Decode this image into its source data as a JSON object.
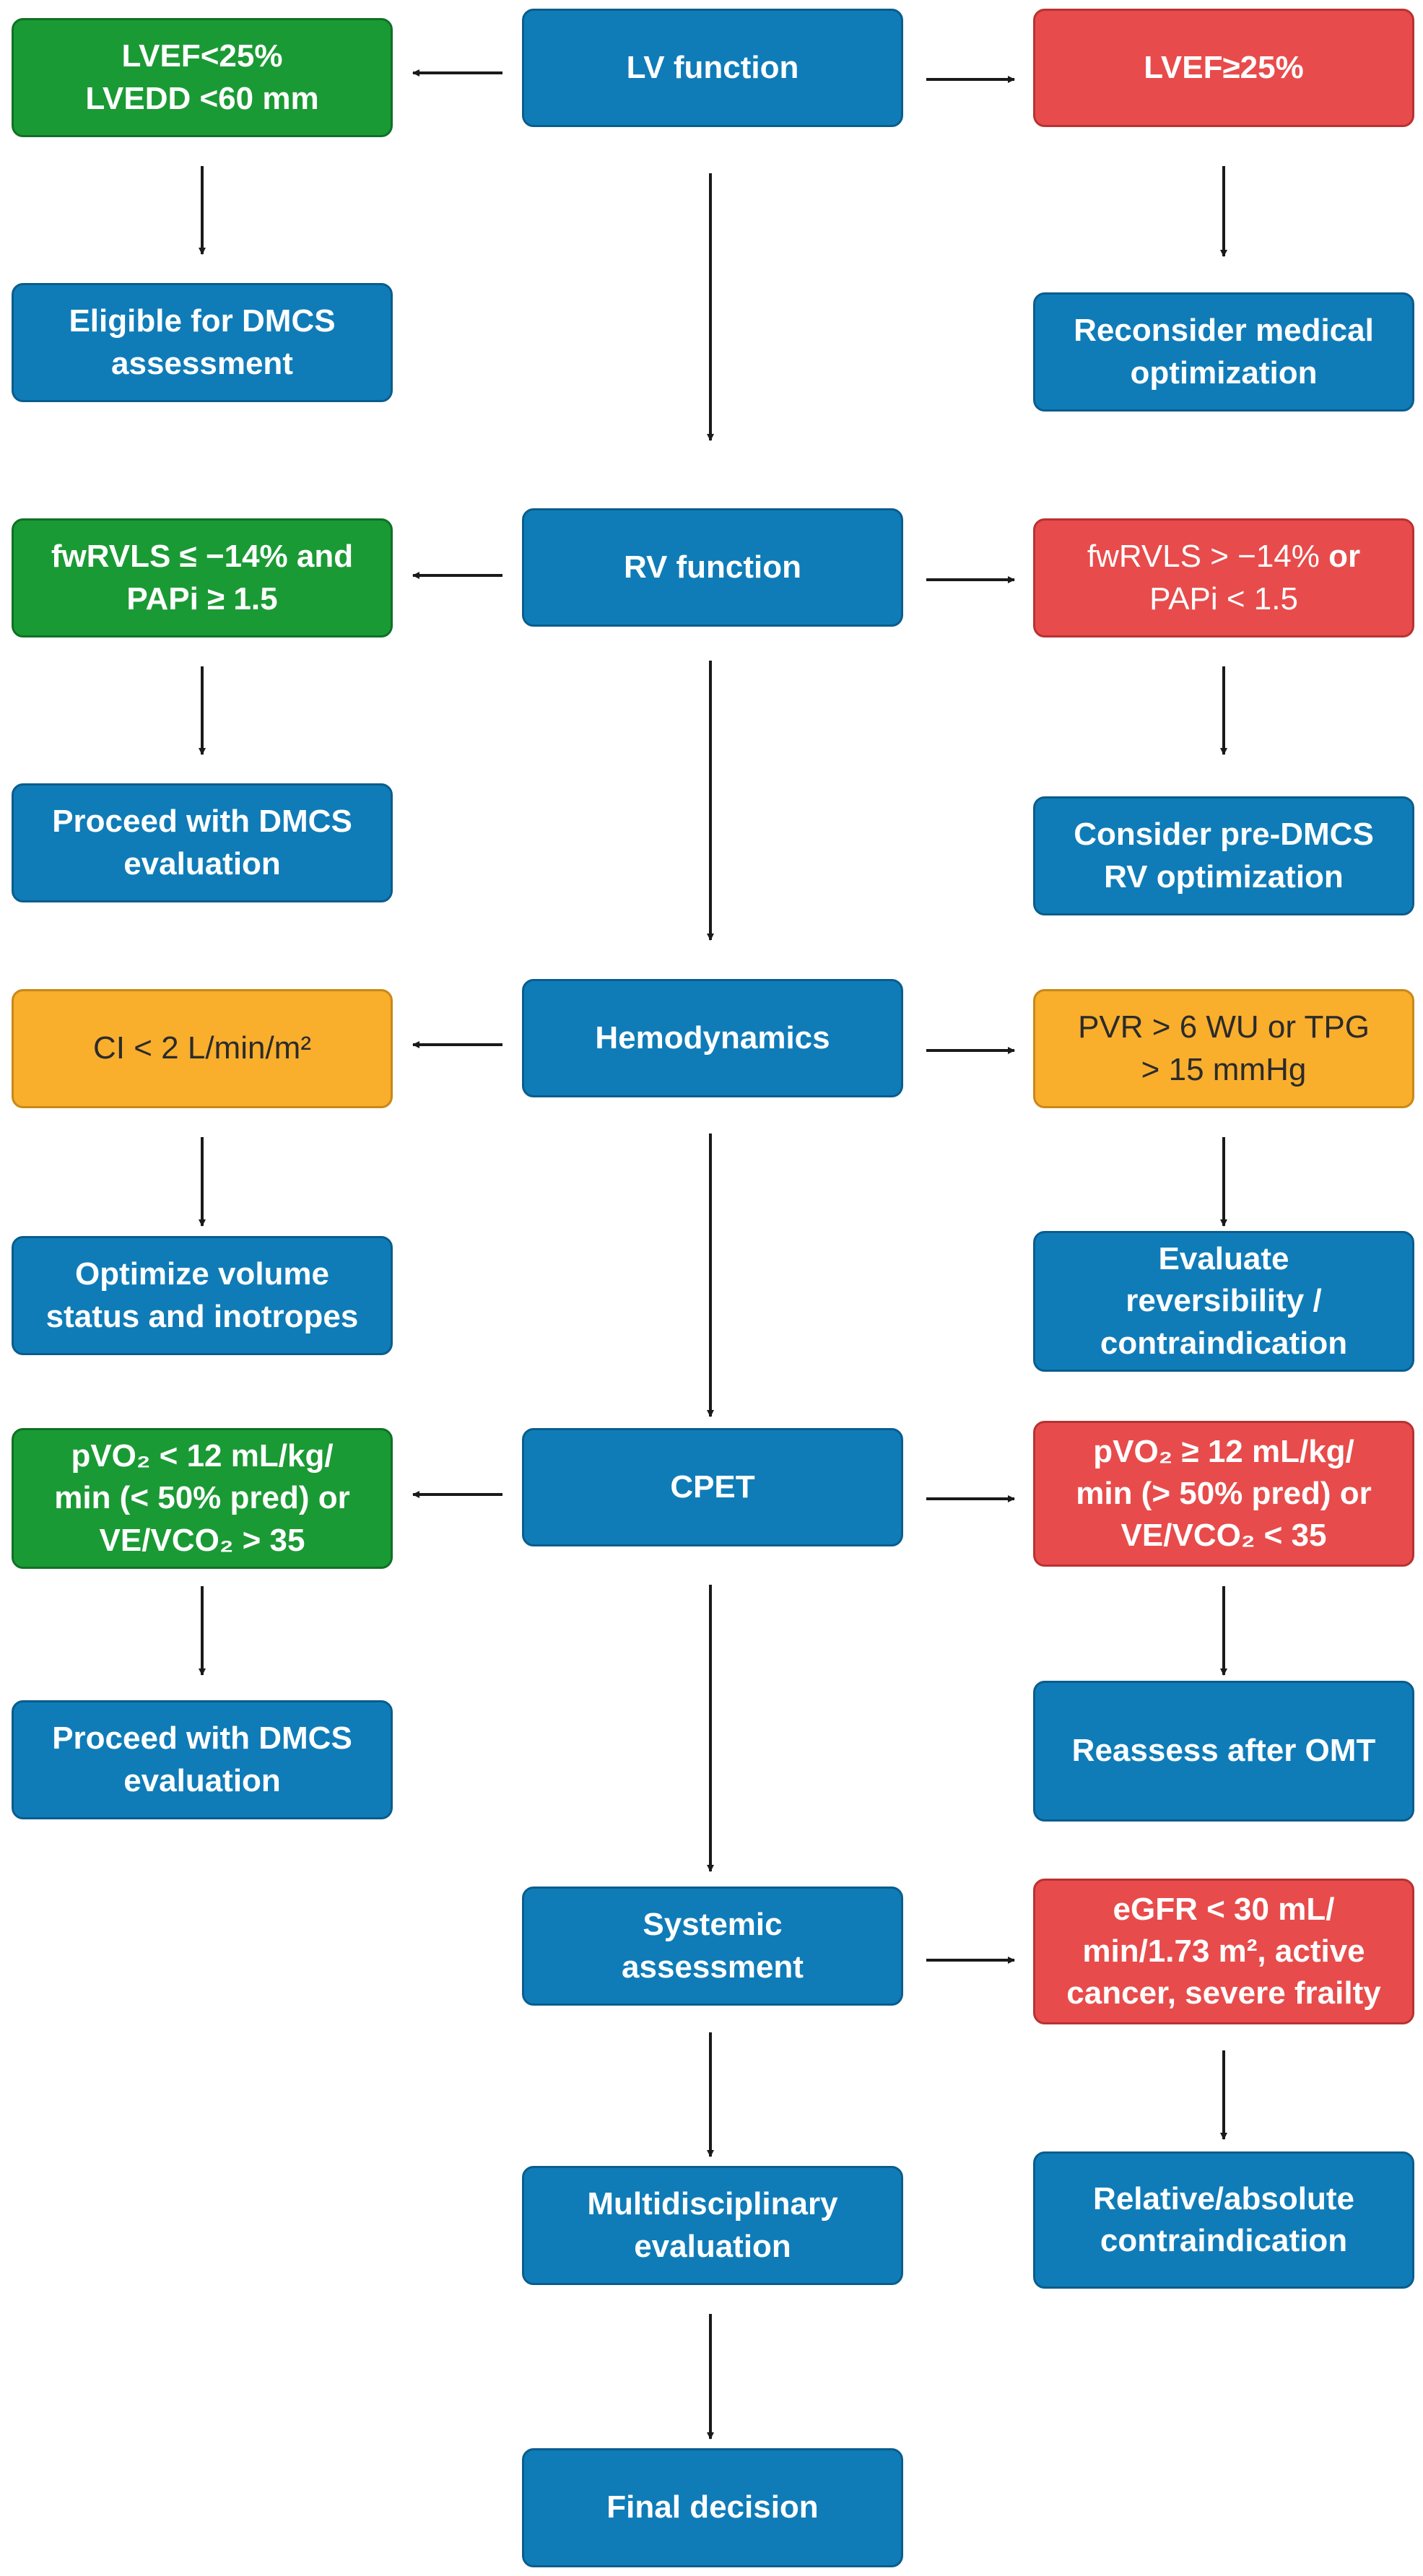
{
  "row1": {
    "center": "LV function",
    "left": [
      "LVEF<25%",
      "LVEDD <60 mm"
    ],
    "right": "LVEF≥25%",
    "left_result": [
      "Eligible for DMCS",
      "assessment"
    ],
    "right_result": [
      "Reconsider medical",
      "optimization"
    ]
  },
  "row2": {
    "center": "RV function",
    "left": [
      "fwRVLS ≤ −14% and",
      "PAPi ≥ 1.5"
    ],
    "right": {
      "a": "fwRVLS > −14%",
      "or": "or",
      "b": "PAPi < 1.5"
    },
    "left_result": [
      "Proceed with DMCS",
      "evaluation"
    ],
    "right_result": [
      "Consider pre-DMCS",
      "RV optimization"
    ]
  },
  "row3": {
    "center": "Hemodynamics",
    "left": "CI < 2 L/min/m²",
    "right": [
      "PVR > 6 WU or TPG",
      "> 15 mmHg"
    ],
    "left_result": [
      "Optimize volume",
      "status and inotropes"
    ],
    "right_result": [
      "Evaluate",
      "reversibility /",
      "contraindication"
    ]
  },
  "row4": {
    "center": "CPET",
    "left": [
      "pVO₂ < 12 mL/kg/",
      "min (< 50% pred) or",
      "VE/VCO₂ > 35"
    ],
    "right": [
      "pVO₂ ≥ 12 mL/kg/",
      "min (> 50% pred) or",
      "VE/VCO₂ < 35"
    ],
    "left_result": [
      "Proceed with DMCS",
      "evaluation"
    ],
    "right_result": "Reassess after OMT"
  },
  "row5": {
    "center": [
      "Systemic",
      "assessment"
    ],
    "right": [
      "eGFR < 30 mL/",
      "min/1.73 m², active",
      "cancer, severe frailty"
    ],
    "right_result": [
      "Relative/absolute",
      "contraindication"
    ]
  },
  "multidisciplinary": [
    "Multidisciplinary",
    "evaluation"
  ],
  "final": "Final decision",
  "colors": {
    "blue": "#0f7cb8",
    "green": "#1a9a34",
    "red": "#e84b4b",
    "orange": "#f9ae2c",
    "arrow": "#1a1a1a"
  }
}
